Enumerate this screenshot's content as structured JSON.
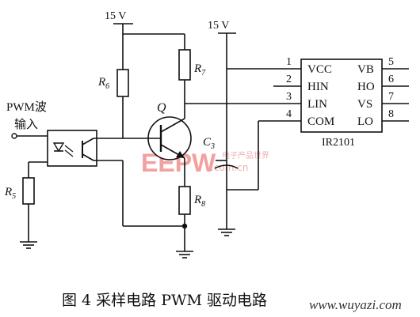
{
  "supply": {
    "left": "15 V",
    "right": "15 V"
  },
  "input": {
    "line1": "PWM波",
    "line2": "输入"
  },
  "resistors": {
    "r5": "R",
    "r5_sub": "5",
    "r6": "R",
    "r6_sub": "6",
    "r7": "R",
    "r7_sub": "7",
    "r8": "R",
    "r8_sub": "8"
  },
  "transistor": {
    "label": "Q"
  },
  "capacitor": {
    "label": "C",
    "sub": "3"
  },
  "ic": {
    "name": "IR2101",
    "left_pins": [
      {
        "num": "1",
        "name": "VCC"
      },
      {
        "num": "2",
        "name": "HIN"
      },
      {
        "num": "3",
        "name": "LIN"
      },
      {
        "num": "4",
        "name": "COM"
      }
    ],
    "right_pins": [
      {
        "num": "5",
        "name": "VB"
      },
      {
        "num": "6",
        "name": "HO"
      },
      {
        "num": "7",
        "name": "VS"
      },
      {
        "num": "8",
        "name": "LO"
      }
    ]
  },
  "watermark": {
    "logo": "EEPW",
    "domain": ".com.cn",
    "cn": "电子产品世界"
  },
  "caption": {
    "text": "图 4  采样电路 PWM 驱动电路",
    "url": "www.wuyazi.com"
  }
}
